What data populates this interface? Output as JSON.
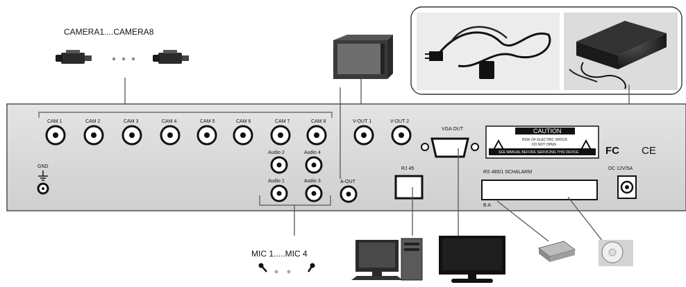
{
  "top_labels": {
    "cameras": "CAMERA1....CAMERA8",
    "mics": "MIC 1.....MIC 4"
  },
  "panel": {
    "cam_labels": [
      "CAM 1",
      "CAM 2",
      "CAM 3",
      "CAM 4",
      "CAM 5",
      "CAM 6",
      "CAM 7",
      "CAM 8"
    ],
    "audio_labels_top": [
      "Audio 2",
      "Audio 4"
    ],
    "audio_labels_bottom": [
      "Audio 1",
      "Audio 3"
    ],
    "vout_labels": [
      "V-OUT 1",
      "V-OUT 2"
    ],
    "aout_label": "A-OUT",
    "vga_label": "VGA OUT",
    "rj45_label": "RJ 45",
    "gnd_label": "GND",
    "rs485_label": "RS 485/1 SCHALARM",
    "rs485_pins": "B A",
    "dc_label": "DC 12V/5A",
    "fc_label": "FC",
    "ce_label": "CE",
    "caution_title": "CAUTION",
    "caution_lines": [
      "RISK OF ELECTRIC SHOCK",
      "DO NOT OPEN"
    ],
    "caution_footer": "SEE MANUAL BEFORE SERVICING THIS DEVICE"
  },
  "colors": {
    "panel": "#d8d8d8",
    "panel_edge": "#444444",
    "device_dark": "#2a2a2a",
    "screen": "#1a1a1a"
  }
}
